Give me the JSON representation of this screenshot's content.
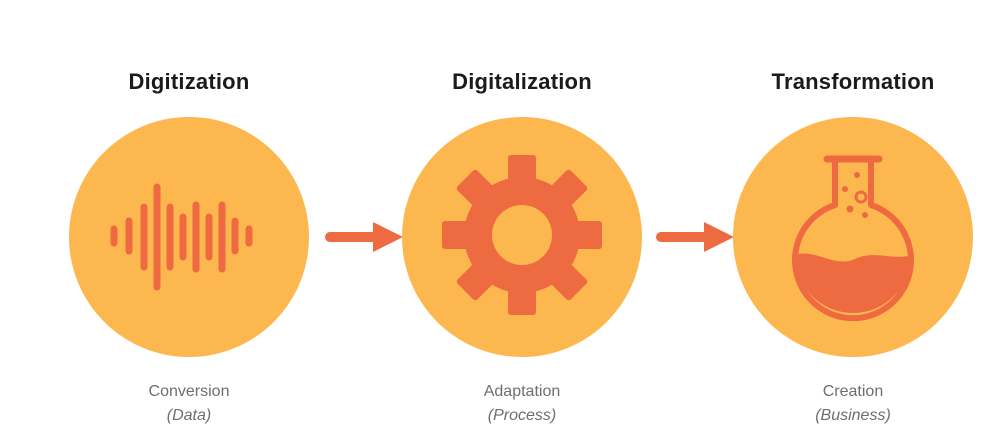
{
  "colors": {
    "circle": "#FDB74F",
    "accent": "#EE6A41",
    "title": "#1B1B1B",
    "caption": "#6E6E6E"
  },
  "stages": [
    {
      "title": "Digitization",
      "caption": "Conversion",
      "subcaption": "(Data)",
      "icon": "sound-wave-icon"
    },
    {
      "title": "Digitalization",
      "caption": "Adaptation",
      "subcaption": "(Process)",
      "icon": "gear-icon"
    },
    {
      "title": "Transformation",
      "caption": "Creation",
      "subcaption": "(Business)",
      "icon": "flask-icon"
    }
  ],
  "connectors": [
    "arrow-right-icon",
    "arrow-right-icon"
  ]
}
